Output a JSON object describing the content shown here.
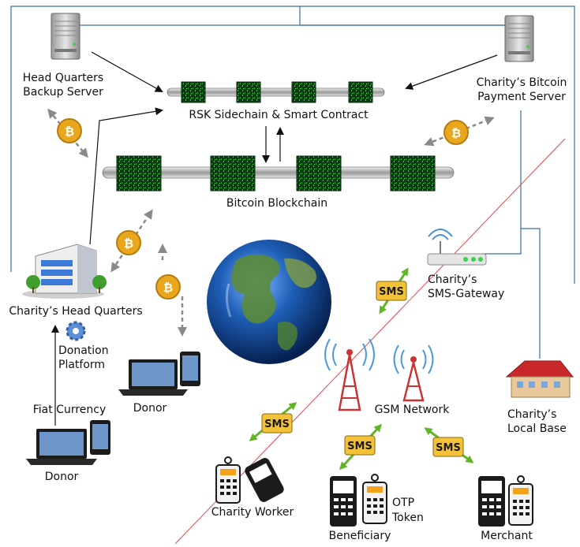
{
  "labels": {
    "hq_backup": [
      "Head Quarters",
      "Backup Server"
    ],
    "payment_server": [
      "Charity’s Bitcoin",
      "Payment Server"
    ],
    "rsk": "RSK Sidechain & Smart Contract",
    "btc_chain": "Bitcoin Blockchain",
    "hq": "Charity’s Head Quarters",
    "donation_platform": [
      "Donation",
      "Platform"
    ],
    "donor_center": "Donor",
    "fiat": "Fiat Currency",
    "donor_left": "Donor",
    "sms_gateway": [
      "Charity’s",
      "SMS-Gateway"
    ],
    "gsm": "GSM Network",
    "local_base": [
      "Charity’s",
      "Local Base"
    ],
    "charity_worker": "Charity Worker",
    "beneficiary": "Beneficiary",
    "otp_token": [
      "OTP",
      "Token"
    ],
    "merchant": "Merchant"
  },
  "badges": {
    "sms": "SMS",
    "bitcoin": "₿"
  },
  "colors": {
    "connector": "#3b6fa0",
    "arrow": "#111111",
    "dashed": "#8a8a8a",
    "sms_fill": "#f3c23a",
    "sms_arrow": "#5fb526",
    "coin": "#e8a71c",
    "chain_block": "#0b3b12",
    "diagonal": "#e8474f"
  },
  "icons": {
    "server": "server-icon",
    "chain": "chain-link-icon",
    "building": "office-building-icon",
    "laptop": "laptop-icon",
    "phone": "mobile-phone-icon",
    "globe": "globe-icon",
    "router": "router-icon",
    "tower": "cell-tower-icon",
    "house": "house-icon",
    "gear": "gear-icon",
    "keypad": "otp-token-icon",
    "coin": "bitcoin-coin-icon"
  }
}
